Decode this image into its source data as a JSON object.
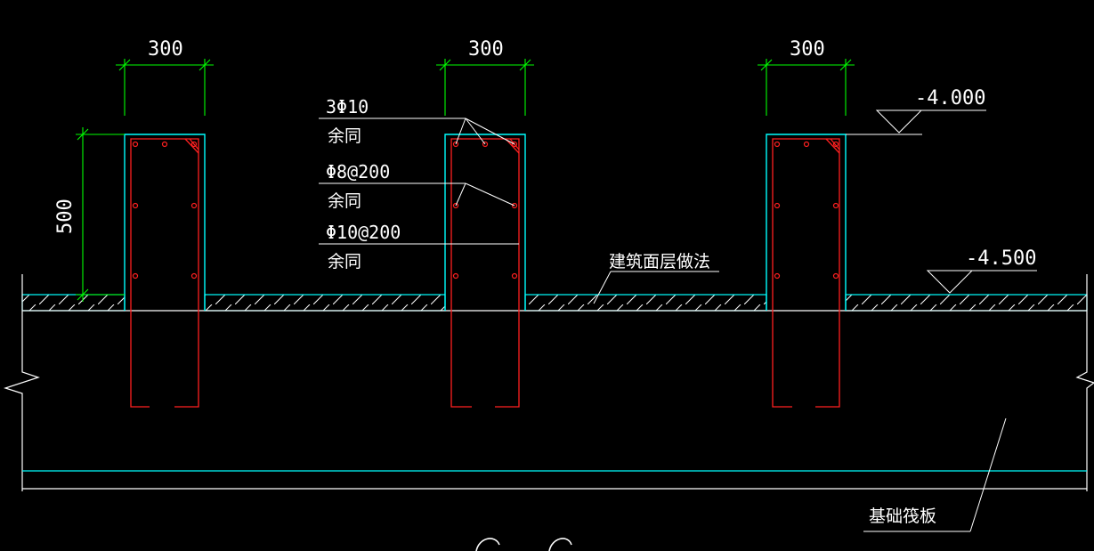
{
  "colors": {
    "background": "#000000",
    "outline_cyan": "#00ffff",
    "rebar_red": "#ff2020",
    "dimension_green": "#00ff00",
    "text_white": "#ffffff"
  },
  "dimensions": {
    "beam_width_1": "300",
    "beam_width_2": "300",
    "beam_width_3": "300",
    "height": "500"
  },
  "annotations": {
    "top_bars": "3Φ10",
    "top_bars_same": "余同",
    "stirrups": "Φ8@200",
    "stirrups_same": "余同",
    "side_bars": "Φ10@200",
    "side_bars_same": "余同",
    "floor_finish": "建筑面层做法",
    "raft_slab": "基础筏板"
  },
  "elevations": {
    "top": "-4.000",
    "floor": "-4.500"
  }
}
